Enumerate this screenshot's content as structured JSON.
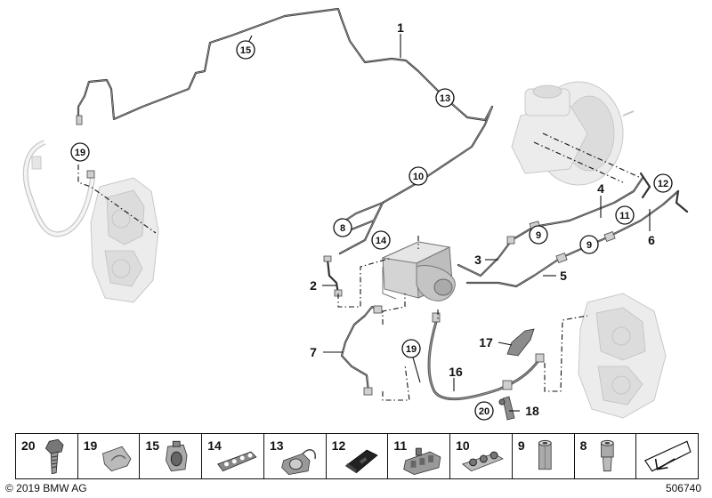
{
  "callouts": {
    "c1": "1",
    "c2": "2",
    "c3": "3",
    "c4": "4",
    "c5": "5",
    "c6": "6",
    "c7": "7",
    "c8": "8",
    "c9a": "9",
    "c9b": "9",
    "c10": "10",
    "c11": "11",
    "c12": "12",
    "c13": "13",
    "c14": "14",
    "c15": "15",
    "c16": "16",
    "c17": "17",
    "c18": "18",
    "c19a": "19",
    "c19b": "19",
    "c20": "20"
  },
  "legend": [
    {
      "number": "20",
      "icon": "bolt-icon"
    },
    {
      "number": "19",
      "icon": "bracket-clip-icon"
    },
    {
      "number": "15",
      "icon": "pipe-clip-icon"
    },
    {
      "number": "14",
      "icon": "multi-pipe-holder-icon"
    },
    {
      "number": "13",
      "icon": "pipe-clamp-icon"
    },
    {
      "number": "12",
      "icon": "rubber-grommet-icon"
    },
    {
      "number": "11",
      "icon": "pipe-holder-icon"
    },
    {
      "number": "10",
      "icon": "triple-clip-icon"
    },
    {
      "number": "9",
      "icon": "hex-union-nut-icon"
    },
    {
      "number": "8",
      "icon": "flare-nut-icon"
    },
    {
      "number": "",
      "icon": "arrow-symbol-icon"
    }
  ],
  "footer": {
    "copyright": "© 2019 BMW AG",
    "diagram_number": "506740"
  }
}
